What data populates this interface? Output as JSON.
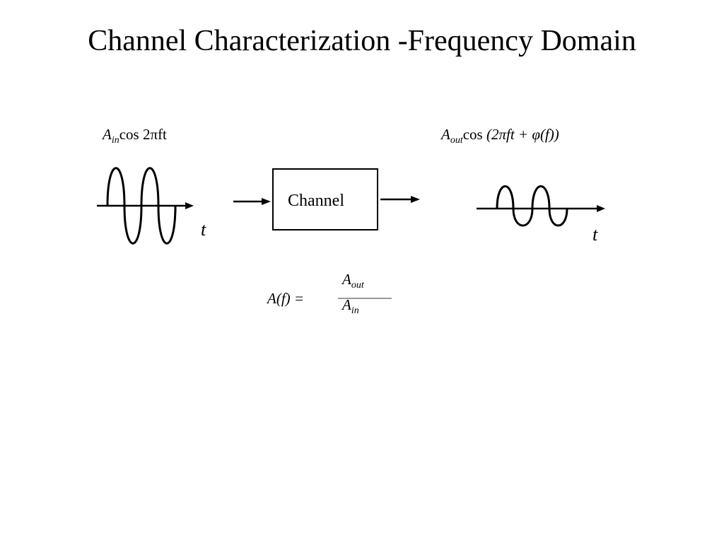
{
  "title": "Channel Characterization -Frequency Domain",
  "input_signal": {
    "amp_symbol": "A",
    "amp_subscript": "in",
    "expr": "cos 2πft"
  },
  "output_signal": {
    "amp_symbol": "A",
    "amp_subscript": "out",
    "func": "cos",
    "expr": " (2πft + φ(f))"
  },
  "channel": {
    "label": "Channel"
  },
  "axis": {
    "input_time_label": "t",
    "output_time_label": "t"
  },
  "formula": {
    "lhs": "A(f) =",
    "numerator_symbol": "A",
    "numerator_subscript": "out",
    "denominator_symbol": "A",
    "denominator_subscript": "in"
  }
}
